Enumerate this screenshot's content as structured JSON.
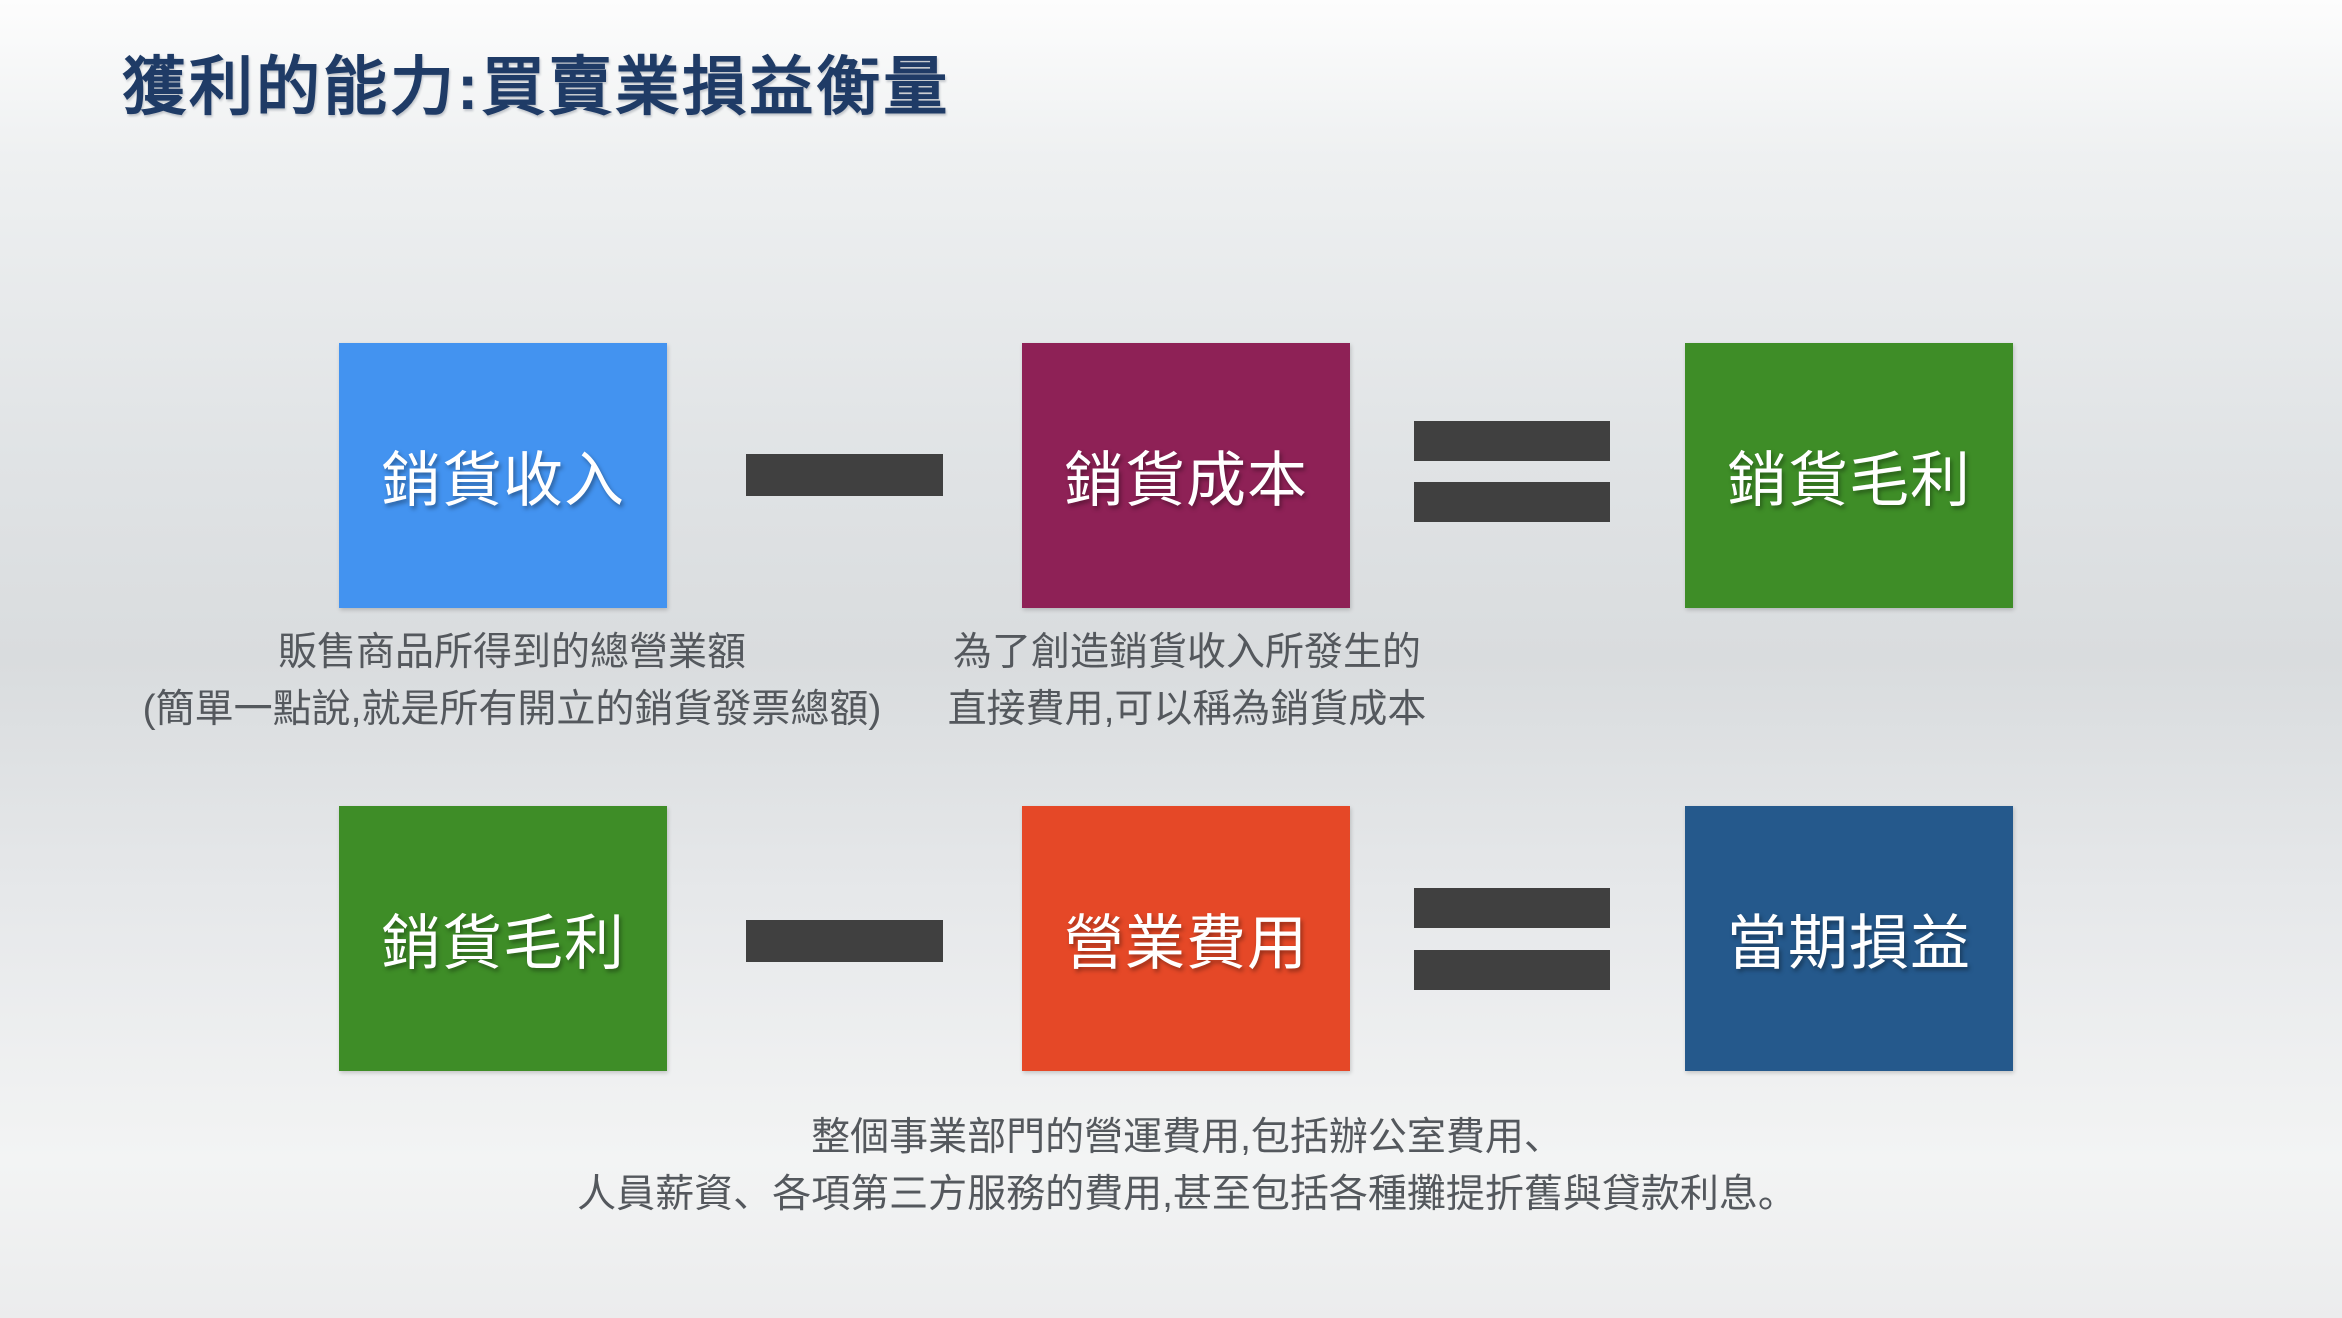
{
  "slide": {
    "title": "獲利的能力:買賣業損益衡量",
    "title_color": "#1F3B66"
  },
  "colors": {
    "operator_bar": "#404040",
    "caption_text": "#54585D",
    "box_text": "#FFFFFF"
  },
  "rows": [
    {
      "boxes": [
        {
          "label": "銷貨收入",
          "color": "#4393F0"
        },
        {
          "label": "銷貨成本",
          "color": "#8E2156"
        },
        {
          "label": "銷貨毛利",
          "color": "#3E8D27"
        }
      ],
      "operators": [
        "minus",
        "equals"
      ]
    },
    {
      "boxes": [
        {
          "label": "銷貨毛利",
          "color": "#3E8D27"
        },
        {
          "label": "營業費用",
          "color": "#E54827"
        },
        {
          "label": "當期損益",
          "color": "#25598C"
        }
      ],
      "operators": [
        "minus",
        "equals"
      ]
    }
  ],
  "captions": {
    "revenue": {
      "line1": "販售商品所得到的總營業額",
      "line2": "(簡單一點說,就是所有開立的銷貨發票總額)"
    },
    "cogs": {
      "line1": "為了創造銷貨收入所發生的",
      "line2": "直接費用,可以稱為銷貨成本"
    },
    "opex": {
      "line1": "整個事業部門的營運費用,包括辦公室費用、",
      "line2": "人員薪資、各項第三方服務的費用,甚至包括各種攤提折舊與貸款利息。"
    }
  }
}
